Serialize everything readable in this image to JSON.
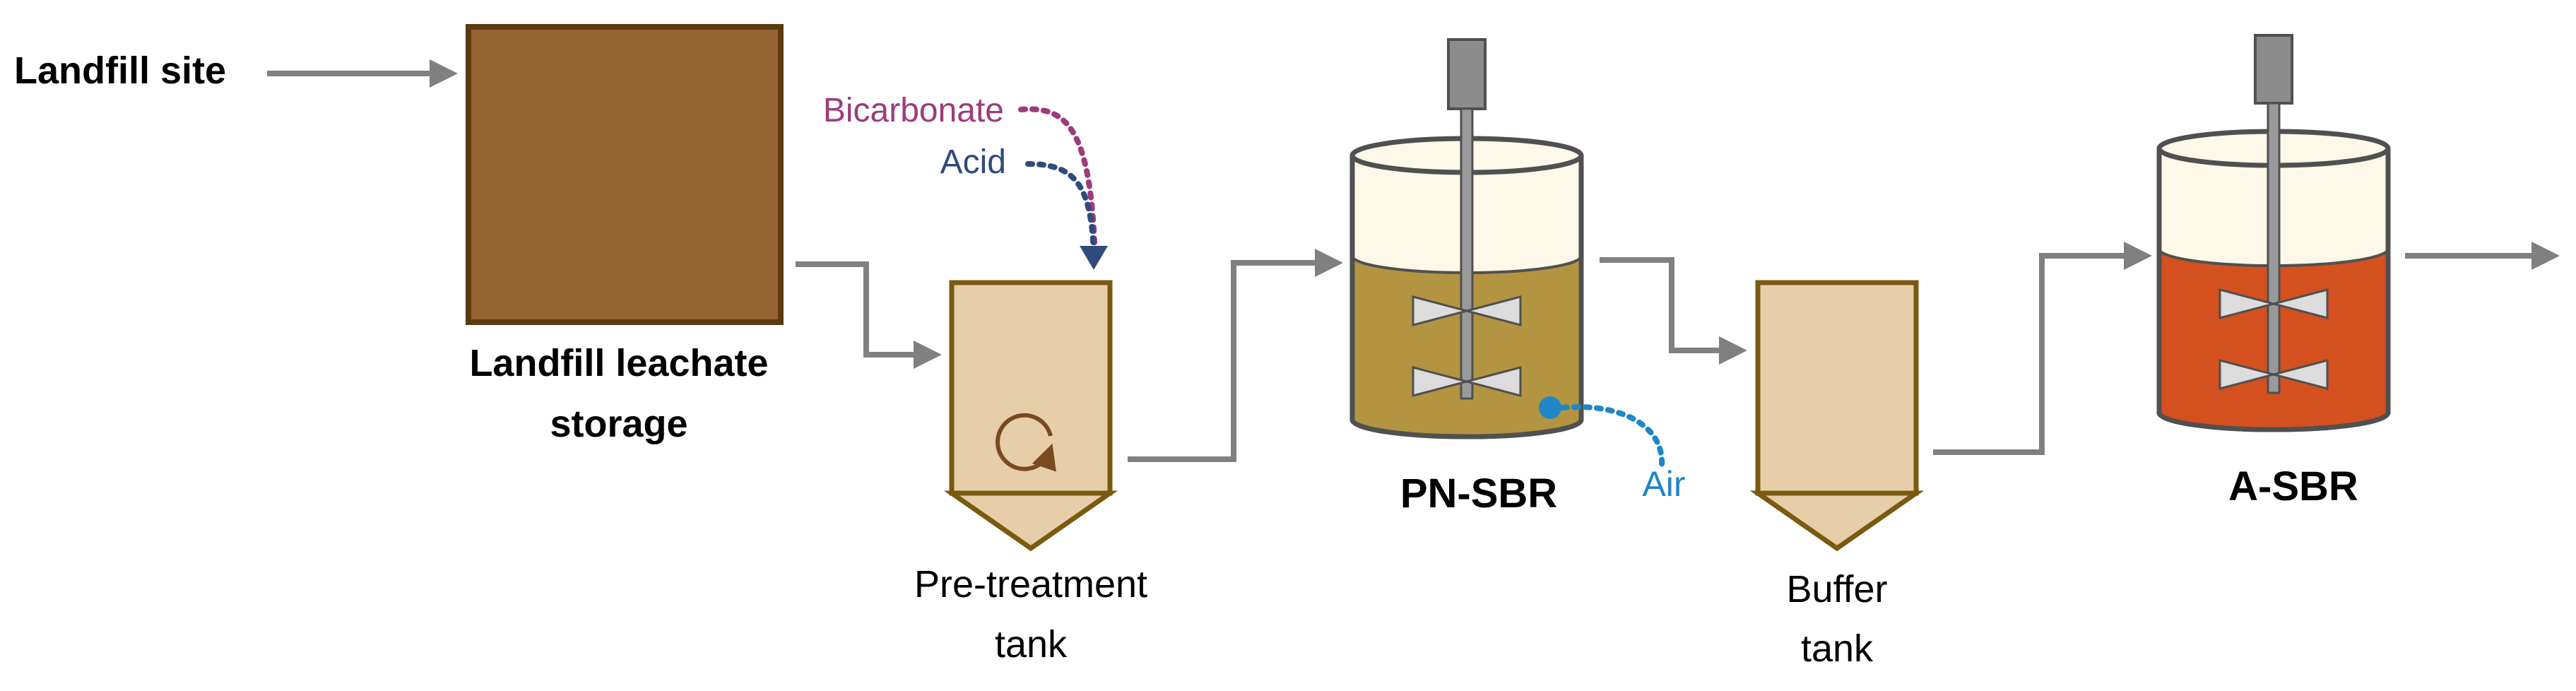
{
  "labels": {
    "landfill_site": "Landfill site",
    "storage_line1": "Landfill leachate",
    "storage_line2": "storage",
    "bicarbonate": "Bicarbonate",
    "acid": "Acid",
    "pretreatment_line1": "Pre-treatment",
    "pretreatment_line2": "tank",
    "pn_sbr": "PN-SBR",
    "air": "Air",
    "buffer_line1": "Buffer",
    "buffer_line2": "tank",
    "a_sbr": "A-SBR"
  },
  "colors": {
    "flow_line": "#808080",
    "storage_fill": "#956432",
    "storage_border": "#5a3a10",
    "tank_fill": "#e6cfa8",
    "tank_border": "#7a5a10",
    "reactor_headspace": "#fdf8e8",
    "pn_liquid": "#b39440",
    "a_liquid": "#d4501e",
    "reactor_border": "#505050",
    "stirrer": "#8c8c8c",
    "bicarbonate": "#9c3c7c",
    "acid": "#2f4a7c",
    "air": "#1f86c8",
    "recirculation": "#7a4a20"
  },
  "icons": {
    "stirrer": "stirrer-icon",
    "recirculation": "recirculation-icon",
    "air_diffuser": "air-diffuser-icon"
  }
}
